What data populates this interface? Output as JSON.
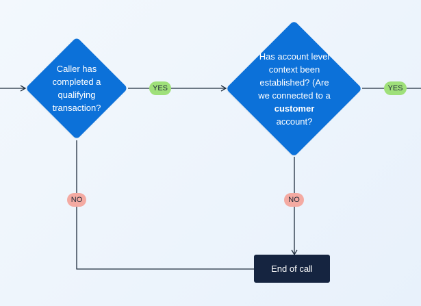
{
  "decision1": {
    "text": "Caller has completed a qualifying transaction?"
  },
  "decision2": {
    "text_before": "Has account level context been established? (Are we connected to a",
    "text_bold": "customer",
    "text_after": "account?"
  },
  "labels": {
    "yes": "YES",
    "no": "NO"
  },
  "end": {
    "text": "End of call"
  },
  "colors": {
    "decision": "#0c71d9",
    "yes_pill": "#9fe07a",
    "no_pill": "#f4aaa2",
    "terminal": "#152440",
    "connector": "#1f2d3d"
  }
}
